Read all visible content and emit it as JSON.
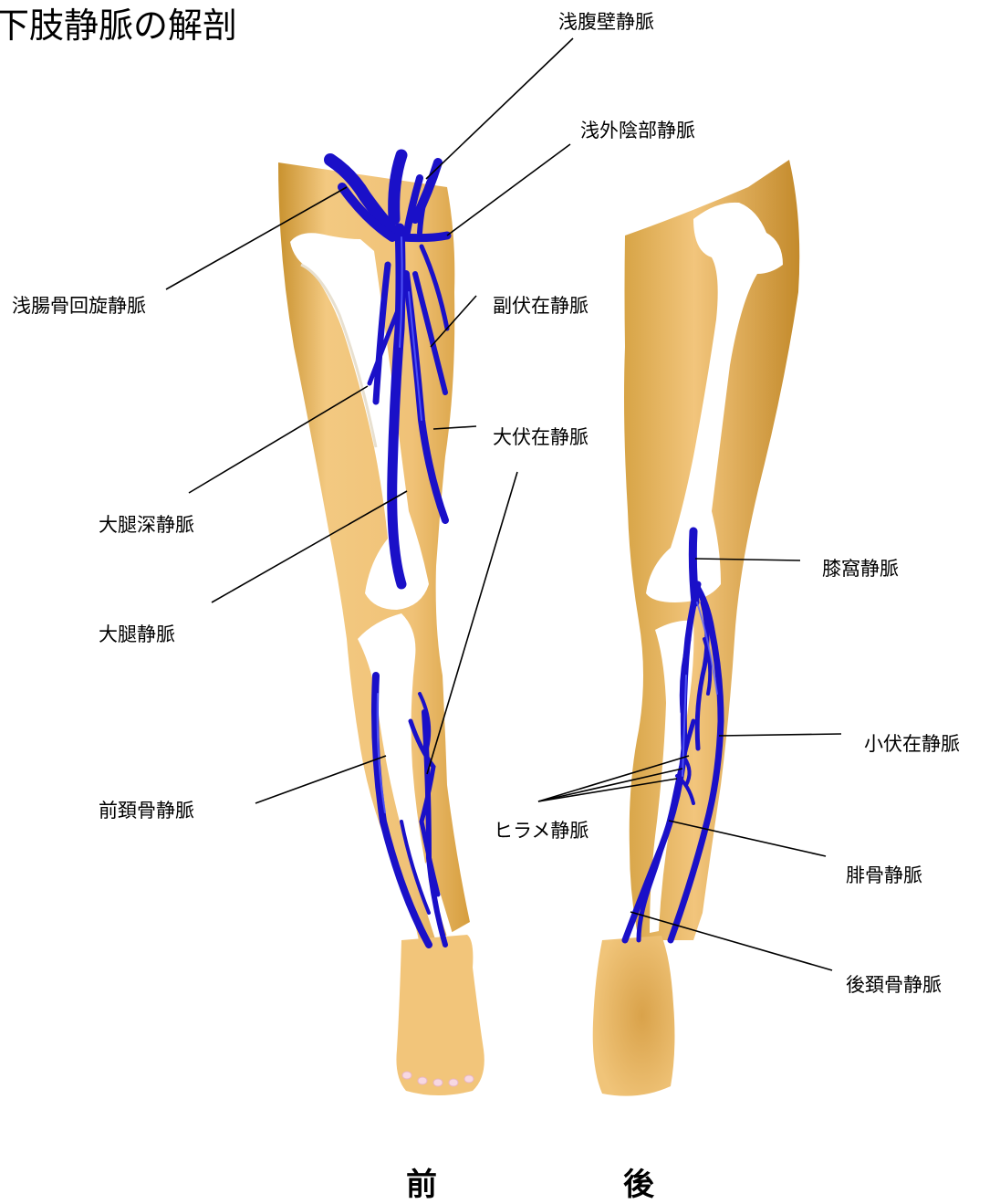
{
  "title": "下肢静脈の解剖",
  "labels": {
    "superficial_epigastric": "浅腹壁静脈",
    "superficial_external_pudendal": "浅外陰部静脈",
    "superficial_circumflex_iliac": "浅腸骨回旋静脈",
    "accessory_saphenous": "副伏在静脈",
    "great_saphenous": "大伏在静脈",
    "deep_femoral": "大腿深静脈",
    "femoral": "大腿静脈",
    "anterior_tibial": "前頚骨静脈",
    "popliteal": "膝窩静脈",
    "small_saphenous": "小伏在静脈",
    "soleal": "ヒラメ静脈",
    "peroneal": "腓骨静脈",
    "posterior_tibial": "後頚骨静脈"
  },
  "views": {
    "front": "前",
    "back": "後"
  },
  "colors": {
    "skin": "#f0c277",
    "skin_shadow": "#c9922f",
    "bone": "#ffffff",
    "vein": "#1a10c8",
    "vein_highlight": "#5a62ff",
    "leader_line": "#000000",
    "toenail": "#f6d6e0"
  }
}
